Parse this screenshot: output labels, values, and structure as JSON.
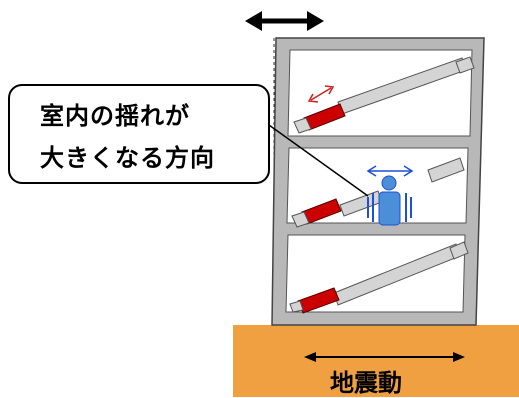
{
  "callout": {
    "line1": "室内の揺れが",
    "line2": "大きくなる方向"
  },
  "ground": {
    "label": "地震動"
  },
  "colors": {
    "frame": "#b8b8b8",
    "frame_stroke": "#444444",
    "brace": "#d4d4d4",
    "damper": "#cc0000",
    "ground": "#f0a040",
    "person": "#4a8fd8",
    "arrow_blue": "#1e4fd6"
  },
  "icons": [
    "double-arrow-icon",
    "person-icon",
    "damper-icon"
  ]
}
